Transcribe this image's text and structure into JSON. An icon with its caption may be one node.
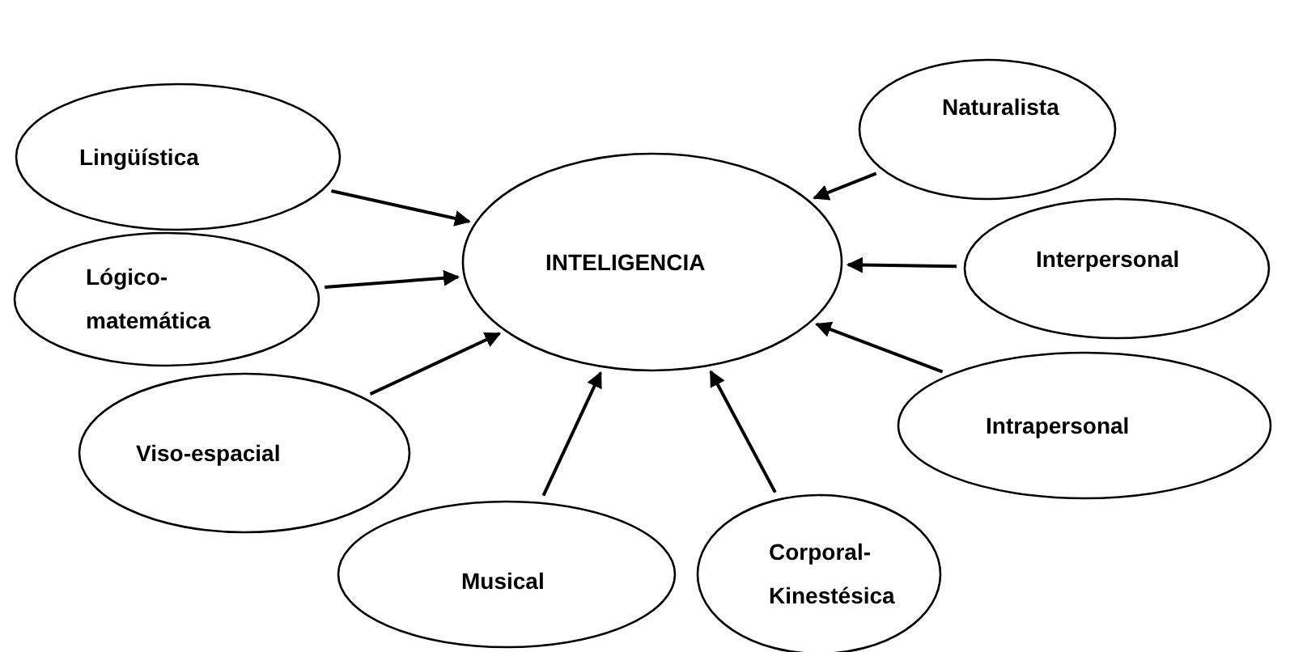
{
  "diagram": {
    "nodes": [
      {
        "text": [
          "INTELIGENCIA"
        ]
      },
      {
        "text": [
          "Lingüística"
        ]
      },
      {
        "text": [
          "Lógico-matemática"
        ]
      },
      {
        "text": [
          "Viso-espacial"
        ]
      },
      {
        "text": [
          "Musical"
        ]
      },
      {
        "text": [
          "Corporal-Kinestésica"
        ]
      },
      {
        "text": [
          "Naturalista"
        ]
      },
      {
        "text": [
          "Interpersonal"
        ]
      },
      {
        "text": [
          "Intrapersonal"
        ]
      }
    ],
    "edges": [
      {
        "from": 1,
        "to": 0,
        "arrow": "to"
      },
      {
        "from": 2,
        "to": 0,
        "arrow": "to"
      },
      {
        "from": 3,
        "to": 0,
        "arrow": "to"
      },
      {
        "from": 4,
        "to": 0,
        "arrow": "to"
      },
      {
        "from": 5,
        "to": 0,
        "arrow": "to"
      },
      {
        "from": 6,
        "to": 0,
        "arrow": "to"
      },
      {
        "from": 7,
        "to": 0,
        "arrow": "to"
      },
      {
        "from": 8,
        "to": 0,
        "arrow": "to"
      }
    ]
  }
}
